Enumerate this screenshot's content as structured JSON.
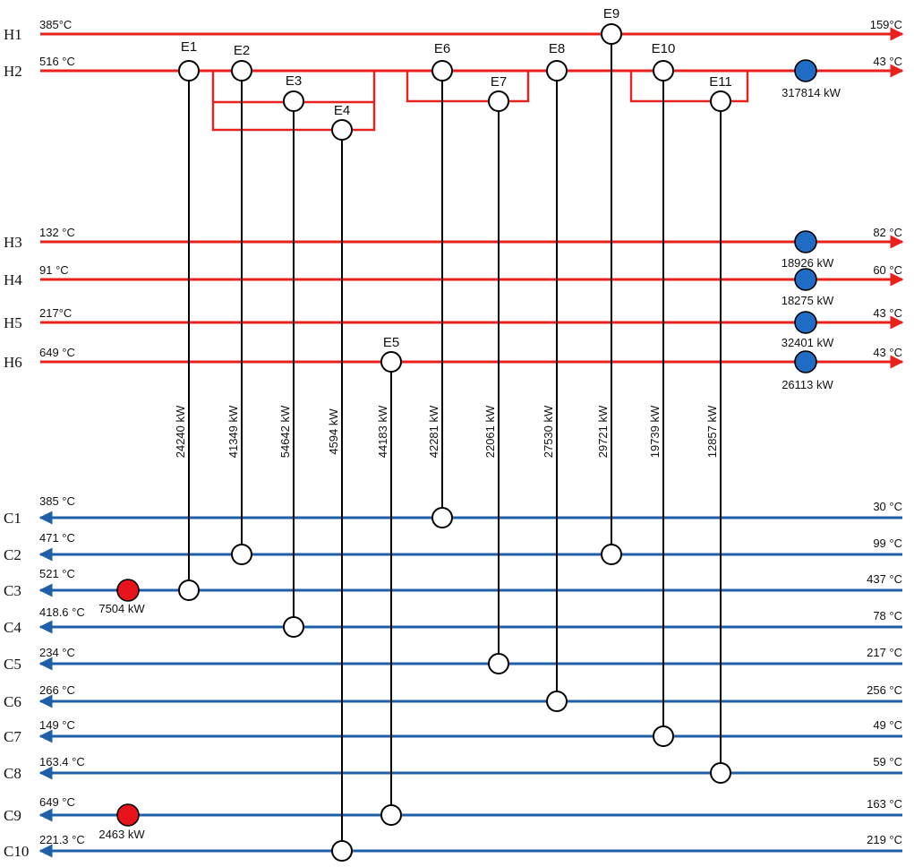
{
  "hot_streams": [
    {
      "id": "H1",
      "t_in": "385°C",
      "t_out": "159°C"
    },
    {
      "id": "H2",
      "t_in": "516 °C",
      "t_out": "43 °C",
      "cooler_duty": "317814 kW"
    },
    {
      "id": "H3",
      "t_in": "132 °C",
      "t_out": "82 °C",
      "cooler_duty": "18926 kW"
    },
    {
      "id": "H4",
      "t_in": "91 °C",
      "t_out": "60 °C",
      "cooler_duty": "18275 kW"
    },
    {
      "id": "H5",
      "t_in": "217°C",
      "t_out": "43 °C",
      "cooler_duty": "32401 kW"
    },
    {
      "id": "H6",
      "t_in": "649 °C",
      "t_out": "43 °C",
      "cooler_duty": "26113 kW"
    }
  ],
  "cold_streams": [
    {
      "id": "C1",
      "t_out": "385 °C",
      "t_in": "30 °C"
    },
    {
      "id": "C2",
      "t_out": "471 °C",
      "t_in": "99 °C"
    },
    {
      "id": "C3",
      "t_out": "521 °C",
      "t_in": "437 °C",
      "heater_duty": "7504 kW"
    },
    {
      "id": "C4",
      "t_out": "418.6 °C",
      "t_in": "78 °C"
    },
    {
      "id": "C5",
      "t_out": "234 °C",
      "t_in": "217 °C"
    },
    {
      "id": "C6",
      "t_out": "266 °C",
      "t_in": "256 °C"
    },
    {
      "id": "C7",
      "t_out": "149 °C",
      "t_in": "49 °C"
    },
    {
      "id": "C8",
      "t_out": "163.4 °C",
      "t_in": "59 °C"
    },
    {
      "id": "C9",
      "t_out": "649 °C",
      "t_in": "163 °C",
      "heater_duty": "2463 kW"
    },
    {
      "id": "C10",
      "t_out": "221.3 °C",
      "t_in": "219 °C"
    }
  ],
  "exchangers": [
    {
      "id": "E1",
      "hot": "H2",
      "cold": "C3",
      "duty": "24240 kW"
    },
    {
      "id": "E2",
      "hot": "H2",
      "cold": "C2",
      "duty": "41349 kW"
    },
    {
      "id": "E3",
      "hot": "H2",
      "cold": "C4",
      "duty": "54642 kW"
    },
    {
      "id": "E4",
      "hot": "H2",
      "cold": "C10",
      "duty": "4594 kW"
    },
    {
      "id": "E5",
      "hot": "H6",
      "cold": "C9",
      "duty": "44183 kW"
    },
    {
      "id": "E6",
      "hot": "H2",
      "cold": "C1",
      "duty": "42281 kW"
    },
    {
      "id": "E7",
      "hot": "H2",
      "cold": "C5",
      "duty": "22061 kW"
    },
    {
      "id": "E8",
      "hot": "H2",
      "cold": "C6",
      "duty": "27530 kW"
    },
    {
      "id": "E9",
      "hot": "H1",
      "cold": "C2",
      "duty": "29721 kW"
    },
    {
      "id": "E10",
      "hot": "H2",
      "cold": "C7",
      "duty": "19739 kW"
    },
    {
      "id": "E11",
      "hot": "H2",
      "cold": "C8",
      "duty": "12857 kW"
    }
  ],
  "colors": {
    "hot": "#e8211c",
    "cold": "#1f5fa8",
    "cooler": "#1f6cc4",
    "heater": "#e8141b"
  }
}
